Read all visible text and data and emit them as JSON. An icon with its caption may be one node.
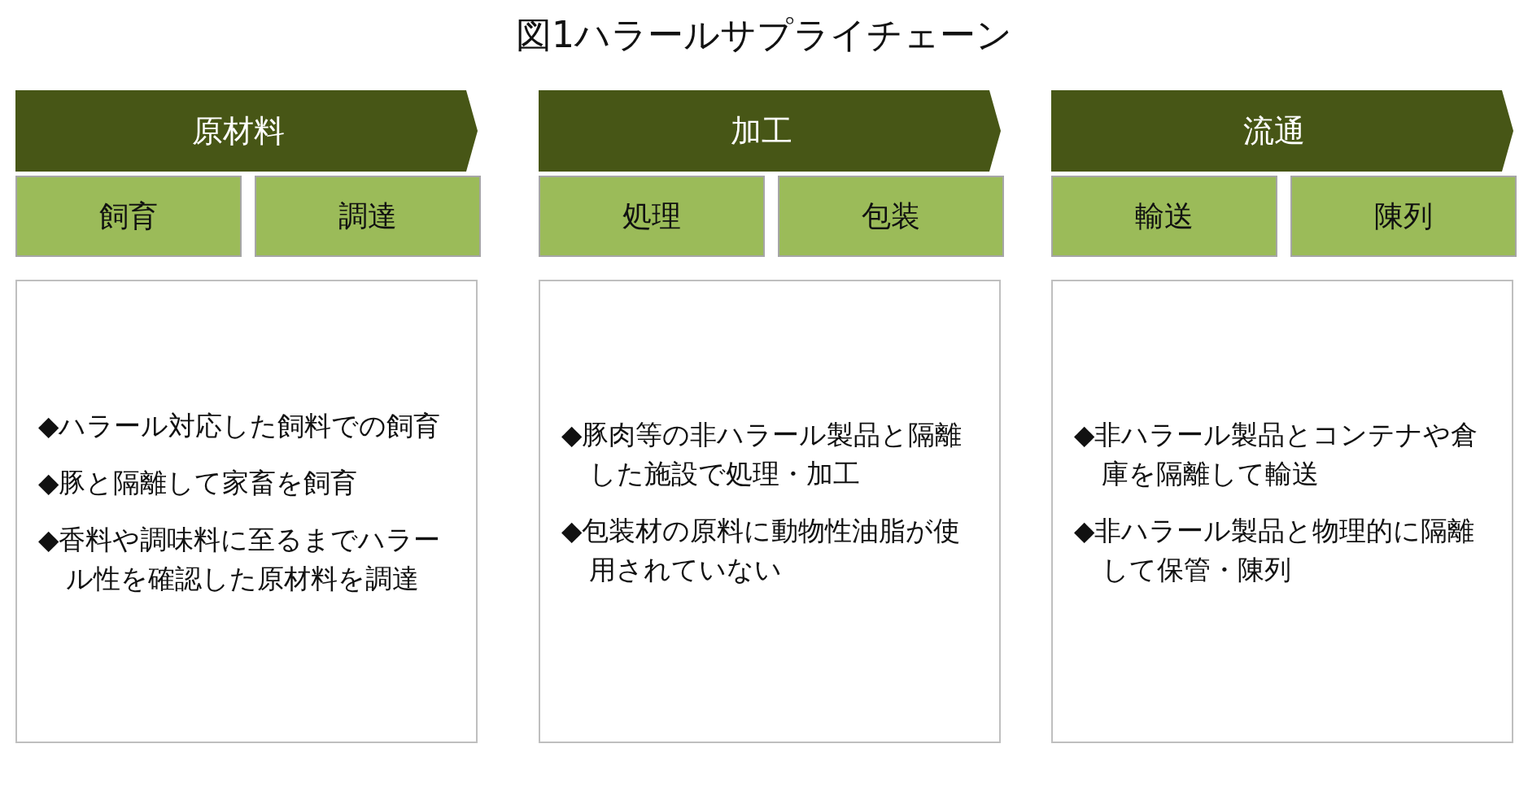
{
  "diagram": {
    "title": "図1ハラールサプライチェーン",
    "nodes": [
      {
        "text": [
          "原材料"
        ]
      },
      {
        "text": [
          "飼育"
        ]
      },
      {
        "text": [
          "調達"
        ]
      },
      {
        "text": [
          "◆ハラール対応した飼料での飼育",
          "◆豚と隔離して家畜を飼育",
          "◆香料や調味料に至るまでハラール性を確認した原材料を調達"
        ]
      },
      {
        "text": [
          "加工"
        ]
      },
      {
        "text": [
          "処理"
        ]
      },
      {
        "text": [
          "包装"
        ]
      },
      {
        "text": [
          "◆豚肉等の非ハラール製品と隔離した施設で処理・加工",
          "◆包装材の原料に動物性油脂が使用されていない"
        ]
      },
      {
        "text": [
          "流通"
        ]
      },
      {
        "text": [
          "輸送"
        ]
      },
      {
        "text": [
          "陳列"
        ]
      },
      {
        "text": [
          "◆非ハラール製品とコンテナや倉庫を隔離して輸送",
          "◆非ハラール製品と物理的に隔離して保管・陳列"
        ]
      }
    ],
    "edges": []
  }
}
